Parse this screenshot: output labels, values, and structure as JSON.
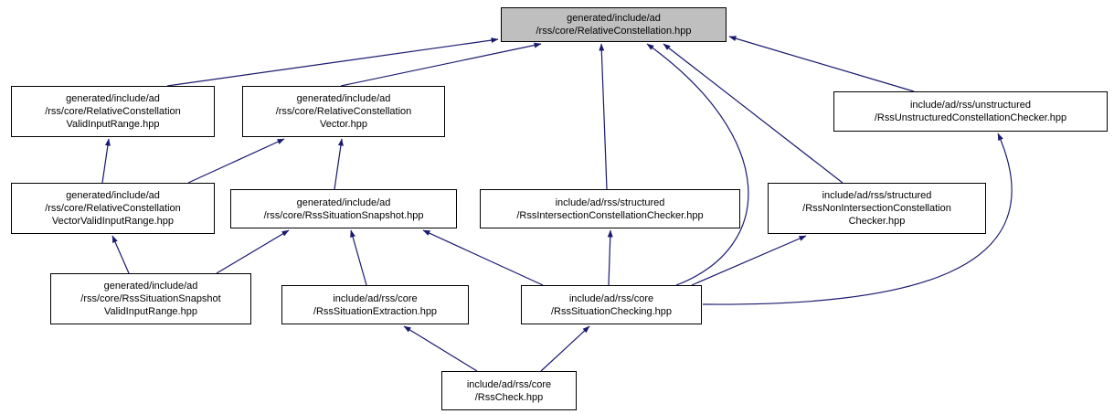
{
  "diagram": {
    "type": "include-dependency-graph",
    "edge_color": "#191970",
    "root_fill": "#bfbfbf",
    "node_fill": "#ffffff",
    "border_color": "#000000"
  },
  "nodes": [
    {
      "id": "relative-constellation",
      "label": "generated/include/ad\n/rss/core/RelativeConstellation.hpp",
      "root": true
    },
    {
      "id": "relative-constellation-valid-input-range",
      "label": "generated/include/ad\n/rss/core/RelativeConstellation\nValidInputRange.hpp"
    },
    {
      "id": "relative-constellation-vector",
      "label": "generated/include/ad\n/rss/core/RelativeConstellation\nVector.hpp"
    },
    {
      "id": "rss-unstructured-constellation-checker",
      "label": "include/ad/rss/unstructured\n/RssUnstructuredConstellationChecker.hpp"
    },
    {
      "id": "relative-constellation-vector-valid-input-range",
      "label": "generated/include/ad\n/rss/core/RelativeConstellation\nVectorValidInputRange.hpp"
    },
    {
      "id": "rss-situation-snapshot",
      "label": "generated/include/ad\n/rss/core/RssSituationSnapshot.hpp"
    },
    {
      "id": "rss-intersection-constellation-checker",
      "label": "include/ad/rss/structured\n/RssIntersectionConstellationChecker.hpp"
    },
    {
      "id": "rss-non-intersection-constellation-checker",
      "label": "include/ad/rss/structured\n/RssNonIntersectionConstellation\nChecker.hpp"
    },
    {
      "id": "rss-situation-snapshot-valid-input-range",
      "label": "generated/include/ad\n/rss/core/RssSituationSnapshot\nValidInputRange.hpp"
    },
    {
      "id": "rss-situation-extraction",
      "label": "include/ad/rss/core\n/RssSituationExtraction.hpp"
    },
    {
      "id": "rss-situation-checking",
      "label": "include/ad/rss/core\n/RssSituationChecking.hpp"
    },
    {
      "id": "rss-check",
      "label": "include/ad/rss/core\n/RssCheck.hpp"
    }
  ],
  "edges": [
    {
      "from": "relative-constellation-valid-input-range",
      "to": "relative-constellation"
    },
    {
      "from": "relative-constellation-vector",
      "to": "relative-constellation"
    },
    {
      "from": "rss-intersection-constellation-checker",
      "to": "relative-constellation"
    },
    {
      "from": "rss-non-intersection-constellation-checker",
      "to": "relative-constellation"
    },
    {
      "from": "rss-unstructured-constellation-checker",
      "to": "relative-constellation"
    },
    {
      "from": "rss-situation-checking",
      "to": "relative-constellation"
    },
    {
      "from": "relative-constellation-vector-valid-input-range",
      "to": "relative-constellation-valid-input-range"
    },
    {
      "from": "relative-constellation-vector-valid-input-range",
      "to": "relative-constellation-vector"
    },
    {
      "from": "rss-situation-snapshot",
      "to": "relative-constellation-vector"
    },
    {
      "from": "rss-situation-snapshot-valid-input-range",
      "to": "relative-constellation-vector-valid-input-range"
    },
    {
      "from": "rss-situation-snapshot-valid-input-range",
      "to": "rss-situation-snapshot"
    },
    {
      "from": "rss-situation-extraction",
      "to": "rss-situation-snapshot"
    },
    {
      "from": "rss-situation-checking",
      "to": "rss-situation-snapshot"
    },
    {
      "from": "rss-situation-checking",
      "to": "rss-intersection-constellation-checker"
    },
    {
      "from": "rss-situation-checking",
      "to": "rss-non-intersection-constellation-checker"
    },
    {
      "from": "rss-situation-checking",
      "to": "rss-unstructured-constellation-checker"
    },
    {
      "from": "rss-check",
      "to": "rss-situation-extraction"
    },
    {
      "from": "rss-check",
      "to": "rss-situation-checking"
    }
  ]
}
